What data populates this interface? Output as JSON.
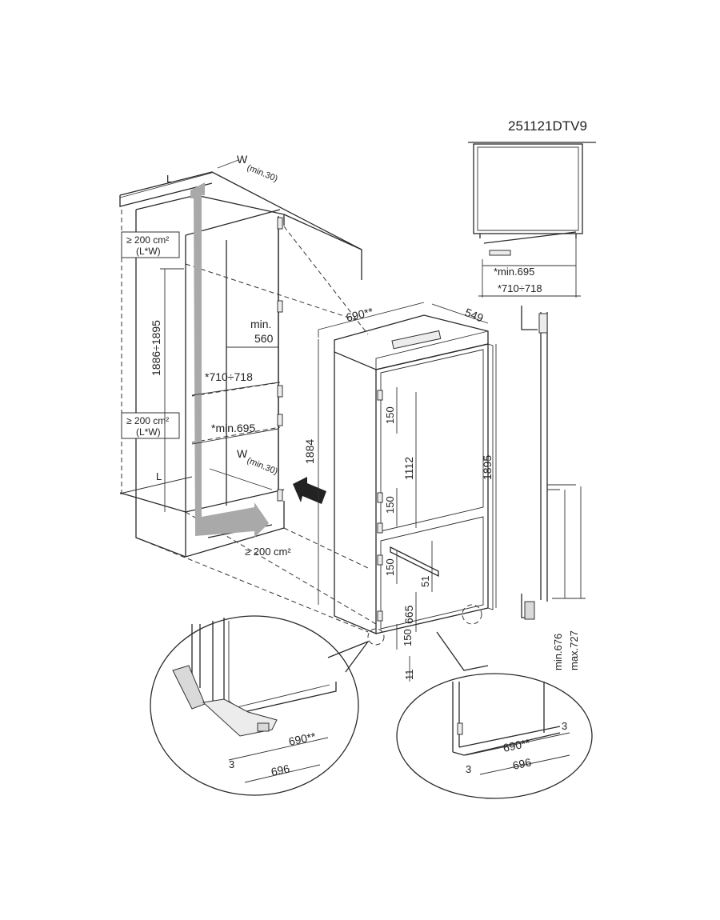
{
  "model_code": "251121DTV9",
  "labels": {
    "L_top": "L",
    "L_bottom": "L",
    "W": "W",
    "w_min_30": "(min.30)",
    "vent_area_top": "≥ 200 cm²",
    "vent_formula_top": "(L*W)",
    "vent_area_mid": "≥ 200 cm²",
    "vent_formula_mid": "(L*W)",
    "vent_area_bottom": "≥ 200 cm²",
    "niche_height_range": "1886÷1895",
    "min_560_a": "min.",
    "min_560_b": "560",
    "depth_range": "*710÷718",
    "depth_min": "*min.695",
    "appliance_height": "1884",
    "width_690": "690**",
    "depth_549": "549",
    "dim_150_top": "150",
    "dim_1112": "1112",
    "dim_150_mid": "150",
    "dim_1895": "1895",
    "dim_150_low": "150",
    "dim_51": "51",
    "dim_665": "665",
    "dim_150_bottom": "150",
    "dim_11": "11",
    "side_min_676": "min.676",
    "side_max_727": "max.727",
    "inset_top_min_695": "*min.695",
    "inset_top_range": "*710÷718",
    "detail_left_690": "690**",
    "detail_left_3": "3",
    "detail_left_696": "696",
    "detail_right_3_top": "3",
    "detail_right_690": "690**",
    "detail_right_696": "696",
    "detail_right_3_bottom": "3"
  }
}
